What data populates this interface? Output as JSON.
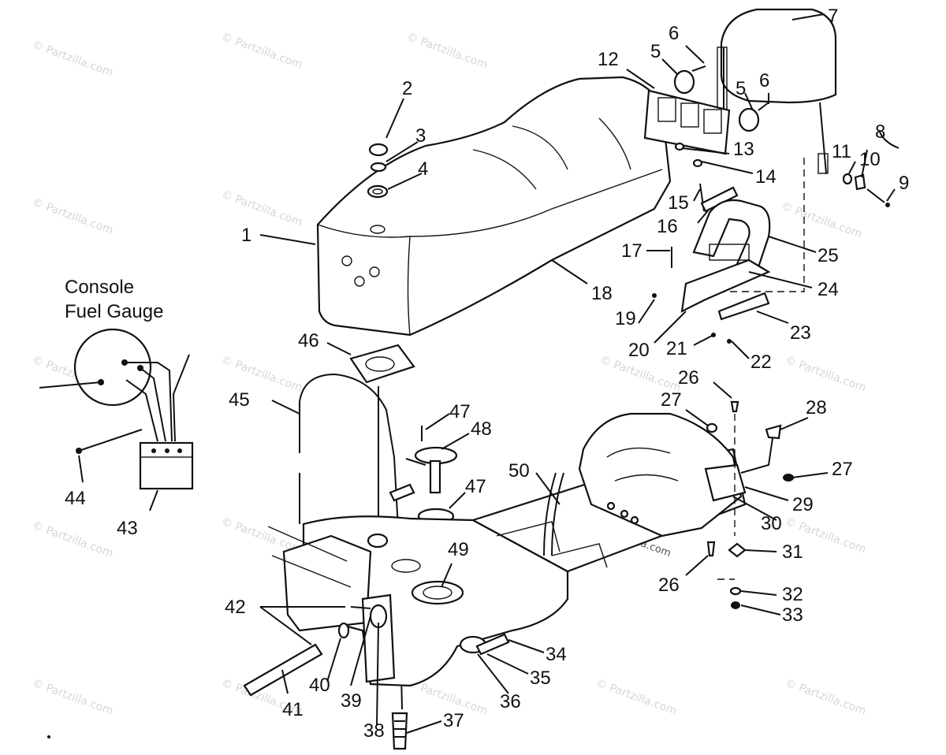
{
  "caption": {
    "line1": "Console",
    "line2": "Fuel Gauge"
  },
  "watermark": "© Partzilla.com",
  "callouts": [
    "1",
    "2",
    "3",
    "4",
    "5",
    "6",
    "7",
    "8",
    "9",
    "10",
    "11",
    "12",
    "13",
    "14",
    "15",
    "16",
    "17",
    "18",
    "19",
    "20",
    "21",
    "22",
    "23",
    "24",
    "25",
    "26",
    "27",
    "28",
    "29",
    "30",
    "31",
    "32",
    "33",
    "34",
    "35",
    "36",
    "37",
    "38",
    "39",
    "40",
    "41",
    "42",
    "43",
    "44",
    "45",
    "46",
    "47",
    "48",
    "49",
    "50"
  ]
}
